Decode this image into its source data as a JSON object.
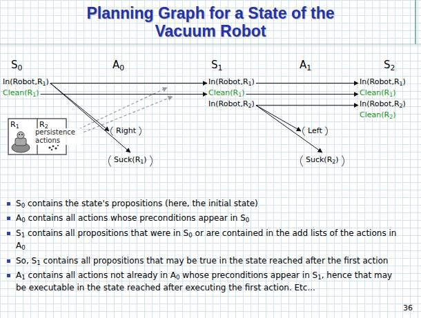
{
  "diagram": {
    "title": "Planning Graph for a State of the Vacuum Robot",
    "nodes": [
      {
        "text": [
          "In(Robot,R1)"
        ]
      },
      {
        "text": [
          "Clean(R1)"
        ]
      },
      {
        "text": [
          "Right"
        ]
      },
      {
        "text": [
          "Suck(R1)"
        ]
      },
      {
        "text": [
          "In(Robot,R1)"
        ]
      },
      {
        "text": [
          "Clean(R1)"
        ]
      },
      {
        "text": [
          "In(Robot,R2)"
        ]
      },
      {
        "text": [
          "Left"
        ]
      },
      {
        "text": [
          "Suck(R2)"
        ]
      },
      {
        "text": [
          "In(Robot,R1)"
        ]
      },
      {
        "text": [
          "Clean(R1)"
        ]
      },
      {
        "text": [
          "In(Robot,R2)"
        ]
      },
      {
        "text": [
          "Clean(R2)"
        ]
      }
    ],
    "edges": [
      {
        "from": 0,
        "to": 4,
        "arrow": "to"
      },
      {
        "from": 1,
        "to": 5,
        "arrow": "to"
      },
      {
        "from": 0,
        "to": 2,
        "arrow": "to"
      },
      {
        "from": 0,
        "to": 3,
        "arrow": "to"
      },
      {
        "from": 4,
        "to": 9,
        "arrow": "to"
      },
      {
        "from": 5,
        "to": 10,
        "arrow": "to"
      },
      {
        "from": 6,
        "to": 11,
        "arrow": "to"
      },
      {
        "from": 6,
        "to": 7,
        "arrow": "to"
      },
      {
        "from": 6,
        "to": 8,
        "arrow": "to"
      }
    ],
    "labels": [
      "S0",
      "A0",
      "S1",
      "A1",
      "S2",
      "R1",
      "R2",
      "persistence actions",
      "S0 contains the state's propositions (here, the initial state)",
      "A0 contains all actions whose preconditions appear in S0",
      "S1 contains all propositions that were in S0 or are contained in the add lists of the actions in A0",
      "So, S1 contains all propositions that may be true in the state reached after the first action",
      "A1 contains all actions not already in A0 whose preconditions appear in S1, hence that may be executable in the state reached after executing the first action. Etc...",
      "36"
    ]
  }
}
